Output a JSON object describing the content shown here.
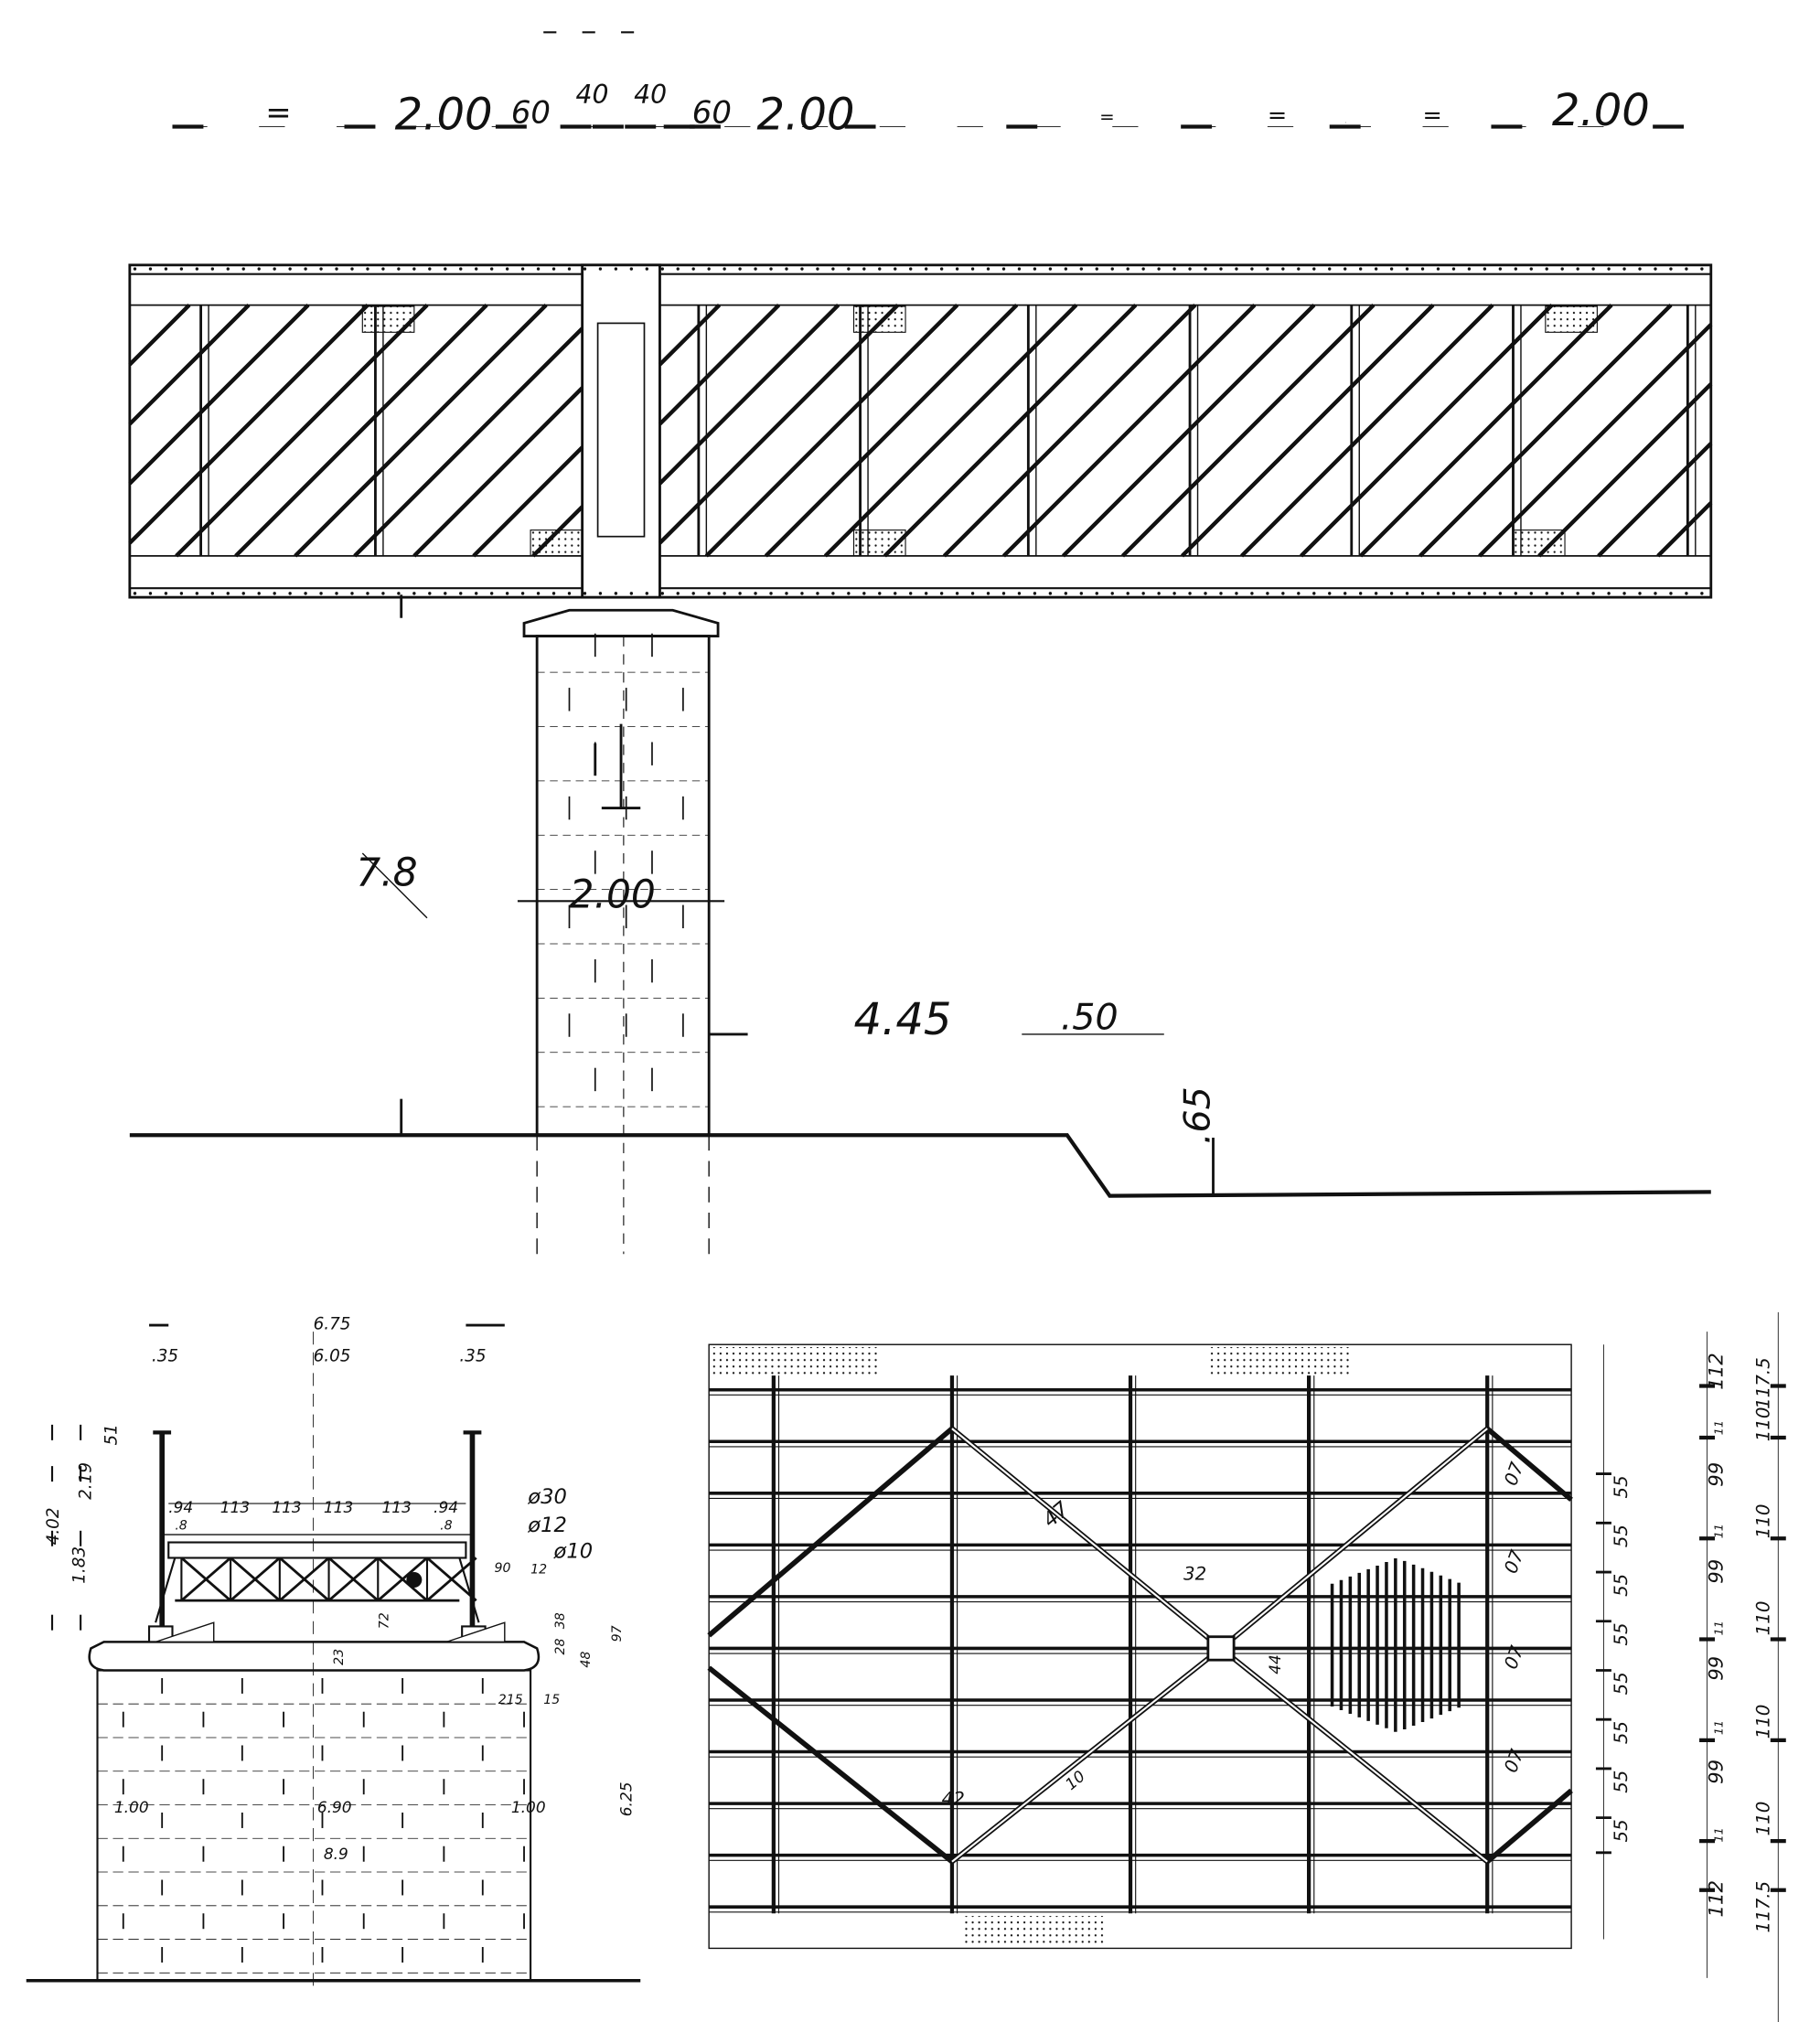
{
  "drawing": {
    "top_dimensions": [
      "=",
      "2.00",
      "60",
      "40",
      "40",
      "60",
      "2.00",
      "=",
      "=",
      "=",
      "=",
      "2.00"
    ],
    "elevation_labels": {
      "height": "7.8",
      "pier_width": "2.00",
      "span_a": "4.45",
      "span_b": ".50",
      "step": ".65"
    },
    "section_labels": {
      "overall_width": "6.75",
      "inner_width": "6.05",
      "left_edge": ".35",
      "right_edge": ".35",
      "panel_dims": [
        ".94",
        "113",
        "113",
        "113",
        "113",
        ".94"
      ],
      "offsets_left": ".8",
      "offsets_right": ".8",
      "heights": [
        "4.02",
        "2.19",
        "1.83",
        "51"
      ],
      "diameters": [
        "ø30",
        "ø12",
        "ø10"
      ],
      "side_dims": [
        "90",
        "12",
        "38",
        "28",
        "48",
        "97",
        "215",
        "15",
        "23",
        "72"
      ],
      "pier_dims": [
        "1.00",
        "6.90",
        "1.00",
        "8.9",
        "6.25"
      ]
    },
    "plan_labels": {
      "diag_a": "47",
      "center": "32",
      "node": "44",
      "bottom_a": "42",
      "bottom_b": "10",
      "right_marks": [
        "07",
        "07",
        "07",
        "07"
      ]
    },
    "right_dimensions": {
      "col1": [
        "55",
        "55",
        "55",
        "55",
        "55",
        "55",
        "55",
        "55"
      ],
      "col2": [
        "112",
        "11",
        "99",
        "11",
        "99",
        "11",
        "99",
        "11",
        "99",
        "11",
        "112"
      ],
      "col3": [
        "117.5",
        "110",
        "110",
        "110",
        "110",
        "110",
        "117.5"
      ]
    }
  }
}
